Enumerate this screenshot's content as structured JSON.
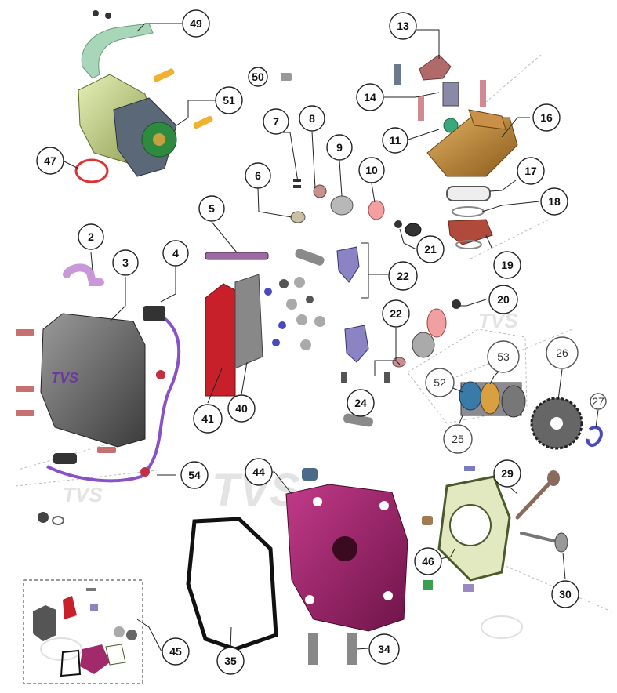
{
  "diagram": {
    "watermark": "TVS",
    "logo_text": "TVS",
    "parts": [
      {
        "id": "p49",
        "label": "49"
      },
      {
        "id": "p50",
        "label": "50"
      },
      {
        "id": "p51",
        "label": "51"
      },
      {
        "id": "p47",
        "label": "47"
      },
      {
        "id": "p13",
        "label": "13"
      },
      {
        "id": "p14",
        "label": "14"
      },
      {
        "id": "p16",
        "label": "16"
      },
      {
        "id": "p11",
        "label": "11"
      },
      {
        "id": "p7",
        "label": "7"
      },
      {
        "id": "p8",
        "label": "8"
      },
      {
        "id": "p9",
        "label": "9"
      },
      {
        "id": "p10",
        "label": "10"
      },
      {
        "id": "p17",
        "label": "17"
      },
      {
        "id": "p18",
        "label": "18"
      },
      {
        "id": "p6",
        "label": "6"
      },
      {
        "id": "p5",
        "label": "5"
      },
      {
        "id": "p21",
        "label": "21"
      },
      {
        "id": "p19",
        "label": "19"
      },
      {
        "id": "p2",
        "label": "2"
      },
      {
        "id": "p3",
        "label": "3"
      },
      {
        "id": "p4",
        "label": "4"
      },
      {
        "id": "p22a",
        "label": "22"
      },
      {
        "id": "p20",
        "label": "20"
      },
      {
        "id": "p22b",
        "label": "22"
      },
      {
        "id": "p53",
        "label": "53"
      },
      {
        "id": "p26",
        "label": "26"
      },
      {
        "id": "p52",
        "label": "52"
      },
      {
        "id": "p27",
        "label": "27"
      },
      {
        "id": "p41",
        "label": "41"
      },
      {
        "id": "p40",
        "label": "40"
      },
      {
        "id": "p24",
        "label": "24"
      },
      {
        "id": "p25",
        "label": "25"
      },
      {
        "id": "p54",
        "label": "54"
      },
      {
        "id": "p44",
        "label": "44"
      },
      {
        "id": "p29",
        "label": "29"
      },
      {
        "id": "p46",
        "label": "46"
      },
      {
        "id": "p30",
        "label": "30"
      },
      {
        "id": "p45",
        "label": "45"
      },
      {
        "id": "p35",
        "label": "35"
      },
      {
        "id": "p34",
        "label": "34"
      }
    ]
  }
}
